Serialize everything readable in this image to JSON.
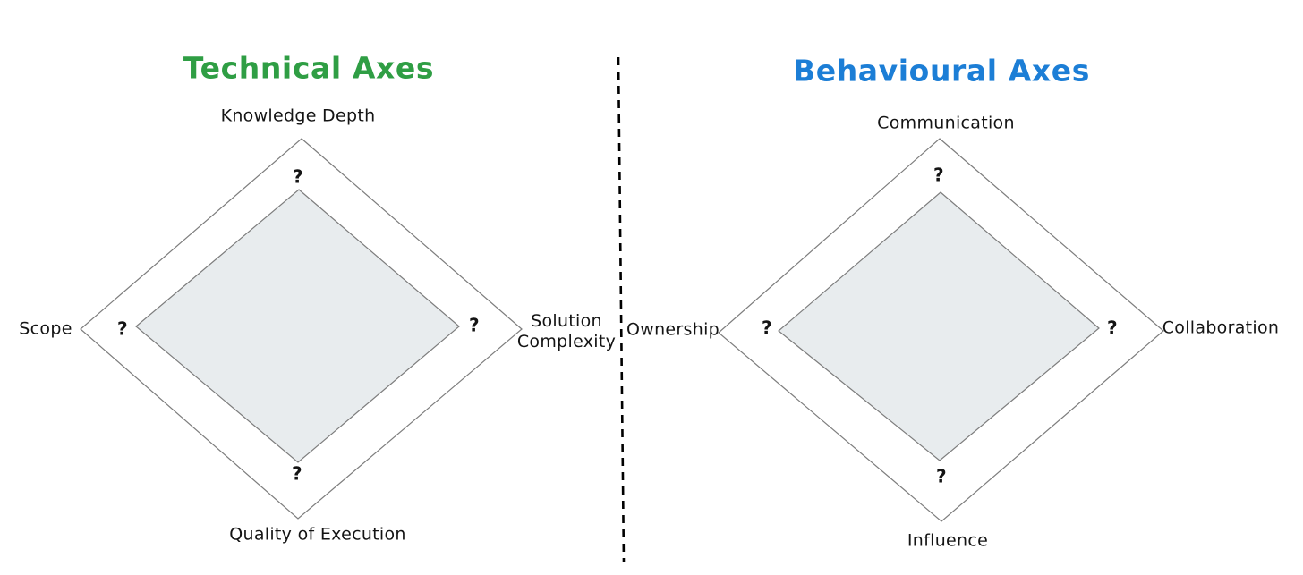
{
  "canvas": {
    "background": "#ffffff"
  },
  "divider": {
    "color": "#000000",
    "style": "dashed-vertical"
  },
  "diagrams": [
    {
      "title": "Technical Axes",
      "title_color": "#2f9e44",
      "outline_color": "#7d7d7d",
      "inner_fill": "#e8ecee",
      "axis_labels": {
        "top": "Knowledge Depth",
        "right": "Solution Complexity",
        "bottom": "Quality of Execution",
        "left": "Scope"
      },
      "axis_values": {
        "top": "?",
        "right": "?",
        "bottom": "?",
        "left": "?"
      }
    },
    {
      "title": "Behavioural Axes",
      "title_color": "#1c7ed6",
      "outline_color": "#7d7d7d",
      "inner_fill": "#e8ecee",
      "axis_labels": {
        "top": "Communication",
        "right": "Collaboration",
        "bottom": "Influence",
        "left": "Ownership"
      },
      "axis_values": {
        "top": "?",
        "right": "?",
        "bottom": "?",
        "left": "?"
      }
    }
  ]
}
